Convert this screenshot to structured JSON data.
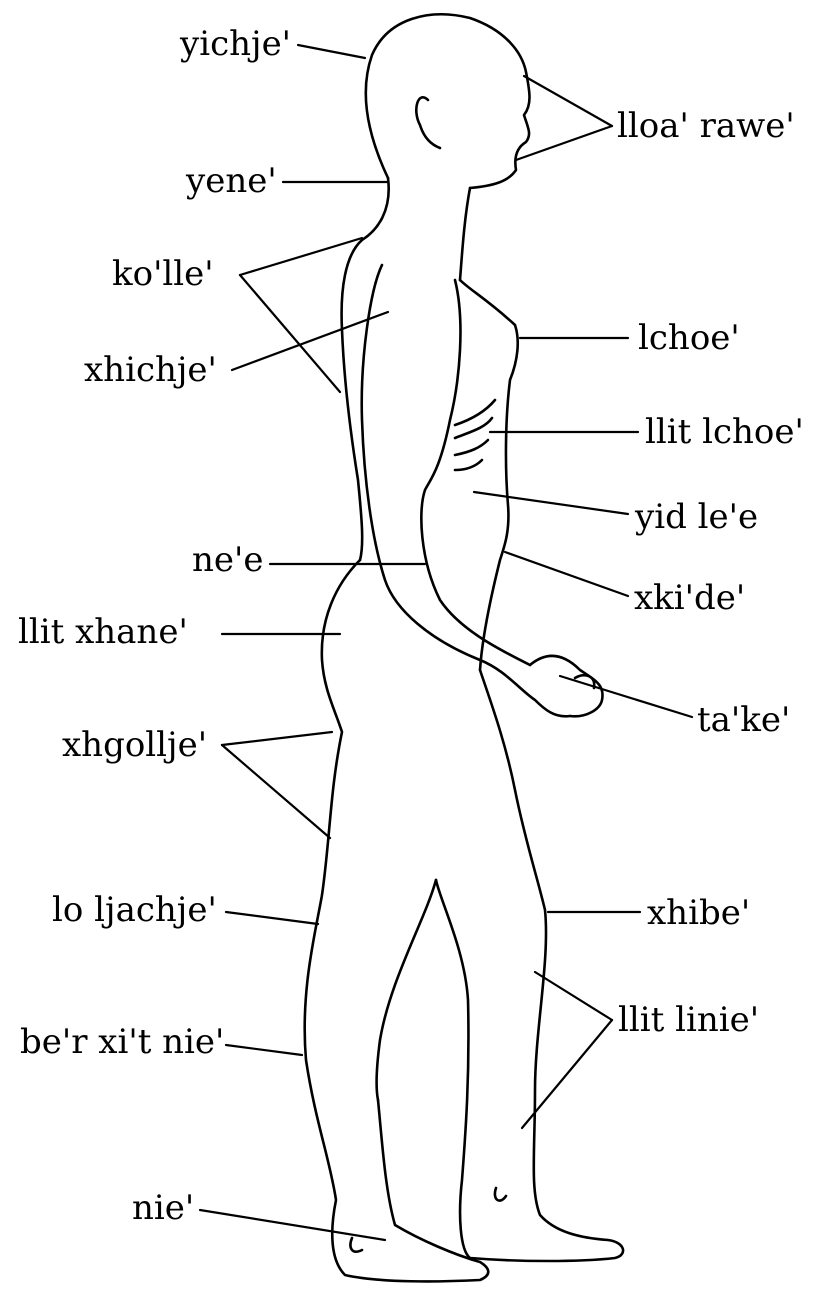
{
  "labels": {
    "yichje": "yichje'",
    "yene": "yene'",
    "kolle": "ko'lle'",
    "xhichje": "xhichje'",
    "nee": "ne'e",
    "llit_xhane": "llit xhane'",
    "xhgollje": "xhgollje'",
    "lo_ljachje": "lo ljachje'",
    "berxitnie": "be'r xi't nie'",
    "nie": "nie'",
    "lloa_rawe": "lloa' rawe'",
    "lchoe": "lchoe'",
    "llit_lchoe": "llit lchoe'",
    "yid_lee": "yid le'e",
    "xkide": "xki'de'",
    "take": "ta'ke'",
    "xhibe": "xhibe'",
    "llit_linie": "llit linie'"
  }
}
